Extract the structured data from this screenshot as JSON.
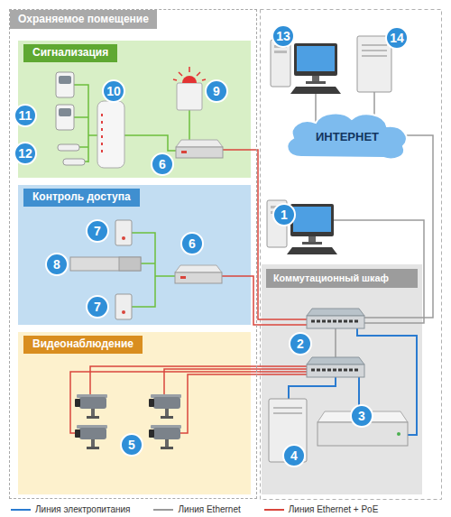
{
  "diagram": {
    "nodes": [
      {
        "text": [
          "Охраняемое помещение"
        ]
      },
      {
        "text": [
          "Сигнализация"
        ],
        "in": 0
      },
      {
        "text": [
          "Контроль доступа"
        ],
        "in": 0
      },
      {
        "text": [
          "Видеонаблюдение"
        ],
        "in": 0
      },
      {
        "text": [
          "ИНТЕРНЕТ"
        ]
      },
      {
        "text": [
          "Коммутационный шкаф"
        ]
      }
    ],
    "labels": [
      "13",
      "14",
      "10",
      "9",
      "11",
      "12",
      "6",
      "1",
      "7",
      "6",
      "8",
      "7",
      "2",
      "3",
      "5",
      "4"
    ],
    "legend": [
      {
        "text": "Линия электропитания"
      },
      {
        "text": "Линия Ethernet"
      },
      {
        "text": "Линия Ethernet + PoE"
      }
    ]
  }
}
